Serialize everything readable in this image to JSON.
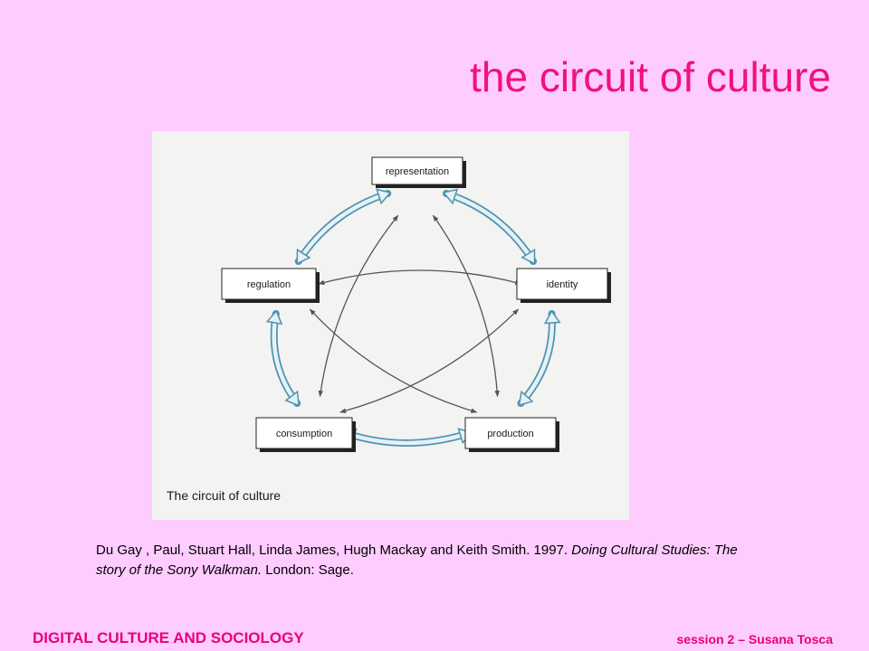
{
  "slide": {
    "title": "the circuit of culture",
    "footer_left": "DIGITAL CULTURE AND SOCIOLOGY",
    "footer_right": "session 2 – Susana Tosca"
  },
  "diagram": {
    "caption": "The circuit of culture",
    "nodes": [
      {
        "id": "representation",
        "label": "representation"
      },
      {
        "id": "identity",
        "label": "identity"
      },
      {
        "id": "production",
        "label": "production"
      },
      {
        "id": "consumption",
        "label": "consumption"
      },
      {
        "id": "regulation",
        "label": "regulation"
      }
    ],
    "links_outer": [
      [
        "representation",
        "identity"
      ],
      [
        "identity",
        "production"
      ],
      [
        "production",
        "consumption"
      ],
      [
        "consumption",
        "regulation"
      ],
      [
        "regulation",
        "representation"
      ]
    ],
    "links_inner": [
      [
        "regulation",
        "identity"
      ],
      [
        "regulation",
        "production"
      ],
      [
        "representation",
        "consumption"
      ],
      [
        "representation",
        "production"
      ],
      [
        "identity",
        "consumption"
      ]
    ],
    "colors": {
      "outer_arrow_fill": "#E6F1F6",
      "outer_arrow_stroke": "#4F93B2",
      "inner_arrow": "#555555",
      "box_border": "#222222",
      "box_shadow": "#222222"
    }
  },
  "citation": {
    "part1": "Du Gay , Paul, Stuart Hall, Linda James, Hugh Mackay and Keith Smith. 1997. ",
    "title": "Doing Cultural Studies: The story of the Sony Walkman.",
    "part2": " London: Sage."
  }
}
